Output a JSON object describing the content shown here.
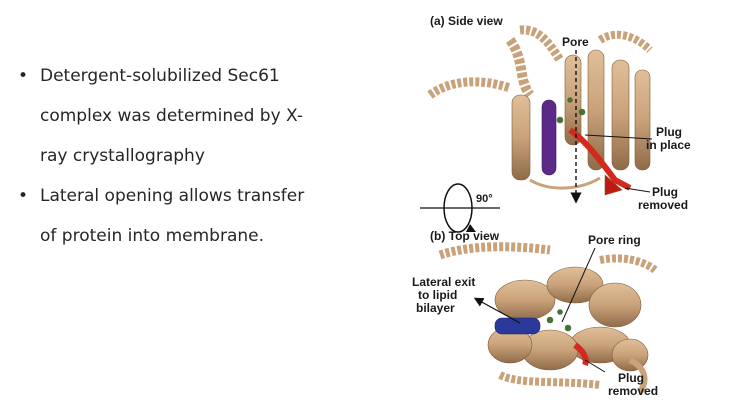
{
  "slide": {
    "bullets": [
      {
        "text": "Detergent-solubilized Sec61 complex was determined by X-ray crystallography"
      },
      {
        "text": "Lateral opening allows transfer of protein into membrane."
      }
    ],
    "bullet_lines": [
      [
        "Detergent-solubilized Sec61",
        "complex was determined by X-",
        "ray crystallography"
      ],
      [
        "Lateral opening allows transfer",
        "of protein into membrane."
      ]
    ]
  },
  "figure": {
    "panel_a_title": "(a) Side view",
    "pore_label": "Pore",
    "plug_in_place_line1": "Plug",
    "plug_in_place_line2": "in place",
    "plug_removed_a_line1": "Plug",
    "plug_removed_a_line2": "removed",
    "rotation_label": "90°",
    "panel_b_title": "(b) Top view",
    "pore_ring_label": "Pore ring",
    "lateral_exit_line1": "Lateral exit",
    "lateral_exit_line2": "to lipid",
    "lateral_exit_line3": "bilayer",
    "plug_removed_b_line1": "Plug",
    "plug_removed_b_line2": "removed",
    "colors": {
      "helix_tan": "#c9a27a",
      "helix_shadow": "#9c7652",
      "purple_helix": "#5b2a86",
      "blue_helix": "#2b3a9a",
      "plug_red": "#d22a1e",
      "green_marker": "#2f7d32"
    }
  }
}
